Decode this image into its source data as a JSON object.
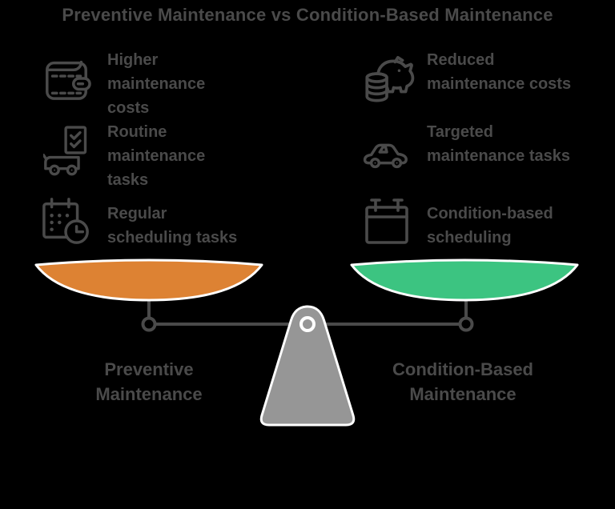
{
  "title": "Preventive Maintenance vs Condition-Based Maintenance",
  "left_side": {
    "label": "Preventive Maintenance",
    "pan_color": "#DD8233",
    "items": [
      {
        "icon": "wallet-icon",
        "text": "Higher maintenance costs"
      },
      {
        "icon": "car-checklist-icon",
        "text": "Routine maintenance tasks"
      },
      {
        "icon": "calendar-clock-icon",
        "text": "Regular scheduling tasks"
      }
    ]
  },
  "right_side": {
    "label": "Condition-Based Maintenance",
    "pan_color": "#3CC481",
    "items": [
      {
        "icon": "piggy-bank-savings-icon",
        "text": "Reduced maintenance costs"
      },
      {
        "icon": "car-icon",
        "text": "Targeted maintenance tasks"
      },
      {
        "icon": "calendar-icon",
        "text": "Condition-based scheduling"
      }
    ]
  },
  "scale": {
    "type": "balance-scale",
    "tilt": "balanced",
    "fulcrum_color": "#969696",
    "beam_color": "#4A4A4A",
    "pan_outline_color": "#FFFFFF"
  },
  "colors": {
    "background": "#000000",
    "text": "#4A4A4A",
    "icon_stroke": "#4A4A4A",
    "left_accent": "#DD8233",
    "right_accent": "#3CC481",
    "fulcrum_gray": "#969696"
  }
}
